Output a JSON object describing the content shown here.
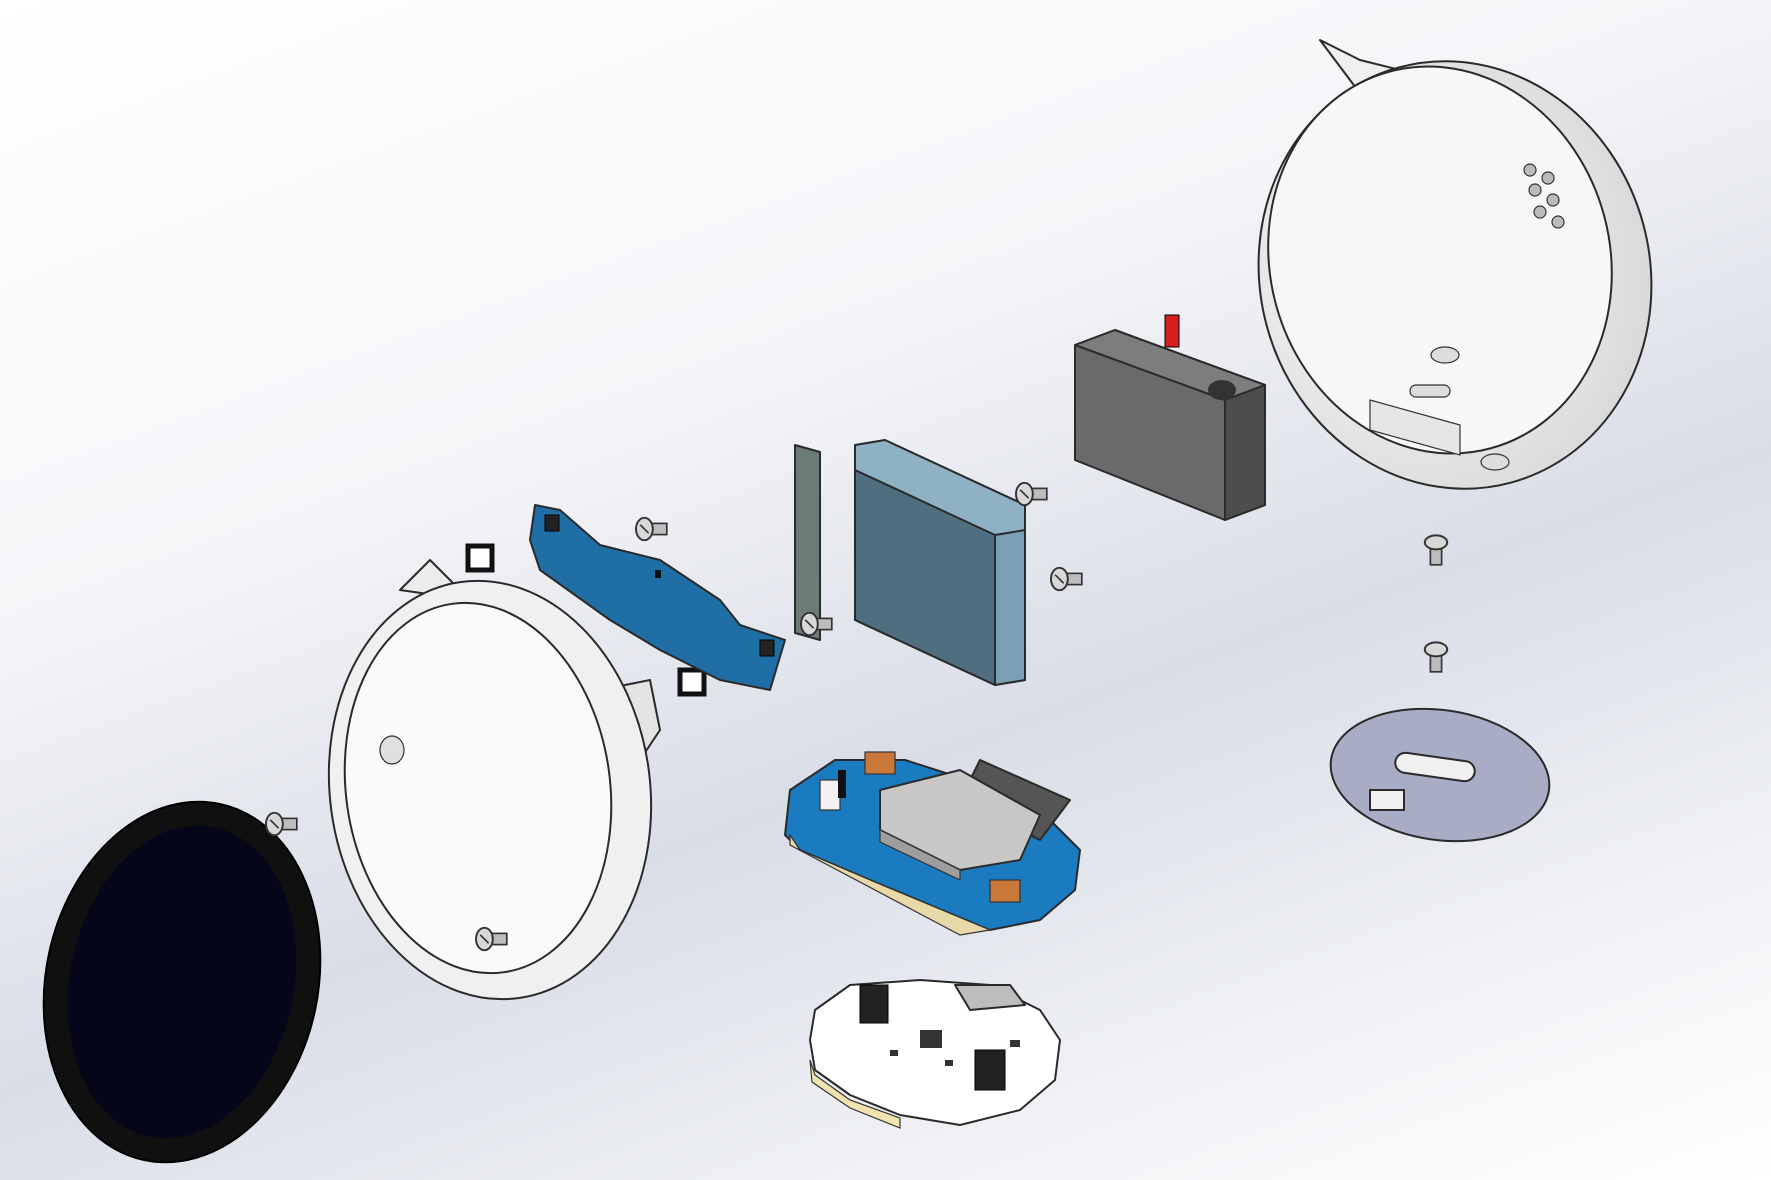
{
  "scene": {
    "kind": "exploded-view-cad-assembly",
    "background_gradient": [
      "#ffffff",
      "#d9dde6",
      "#ffffff"
    ],
    "parts": [
      {
        "id": "display-lens",
        "icon": "round-display-icon",
        "color": "#0a0a1a"
      },
      {
        "id": "front-bezel-ring",
        "icon": "bezel-ring-icon",
        "color": "#f2f2f2"
      },
      {
        "id": "sensor-pcb",
        "icon": "sensor-board-icon",
        "color": "#1f6fa6"
      },
      {
        "id": "gasket-squares",
        "icon": "gasket-icon",
        "color": "#222222"
      },
      {
        "id": "thin-plate",
        "icon": "plate-icon",
        "color": "#6b7b78"
      },
      {
        "id": "battery-pack",
        "icon": "battery-icon",
        "color": "#5d7e94"
      },
      {
        "id": "servo-motor",
        "icon": "servo-icon",
        "color": "#5a5a5a"
      },
      {
        "id": "rear-shell",
        "icon": "rear-shell-icon",
        "color": "#f0f0f0"
      },
      {
        "id": "base-plate",
        "icon": "base-disc-icon",
        "color": "#a8acc4"
      },
      {
        "id": "main-pcb-wifi",
        "icon": "wifi-module-board-icon",
        "color": "#1b7bc0"
      },
      {
        "id": "usb-c-pcb",
        "icon": "usb-board-icon",
        "color": "#ffffff"
      },
      {
        "id": "screws",
        "icon": "screw-icon",
        "color": "#9a9a9a"
      }
    ]
  }
}
